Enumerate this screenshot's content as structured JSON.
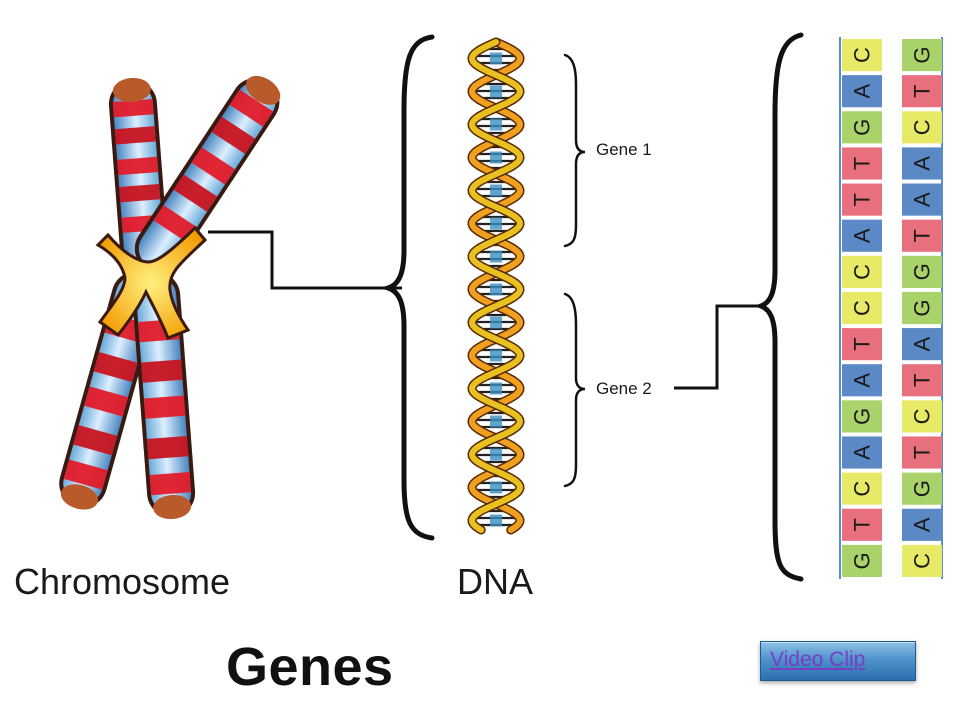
{
  "labels": {
    "chromosome": "Chromosome",
    "dna": "DNA",
    "gene1": "Gene 1",
    "gene2": "Gene 2",
    "title": "Genes"
  },
  "video_button": {
    "label": "Video Clip"
  },
  "sequence": {
    "left_strand": [
      "C",
      "A",
      "G",
      "T",
      "T",
      "A",
      "C",
      "C",
      "T",
      "A",
      "G",
      "A",
      "C",
      "T",
      "G"
    ],
    "right_strand": [
      "G",
      "T",
      "C",
      "A",
      "A",
      "T",
      "G",
      "G",
      "A",
      "T",
      "C",
      "T",
      "G",
      "A",
      "C"
    ]
  },
  "colors": {
    "A": "#5b89c6",
    "C": "#e7ea66",
    "G": "#a9d26a",
    "T": "#e8707e",
    "chromosome_red": "#e21b2a",
    "chromosome_blue": "#68a9d8",
    "centromere": "#f6a800",
    "helix_orange": "#f0a020",
    "helix_blue": "#3b8ec2"
  }
}
